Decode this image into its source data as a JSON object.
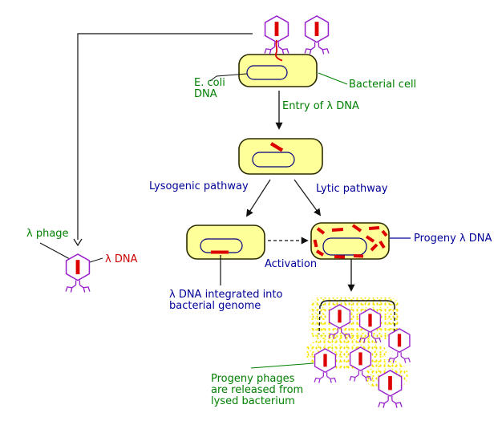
{
  "labels": {
    "e_coli_dna": "E. coli\nDNA",
    "bacterial_cell": "Bacterial cell",
    "entry_of_lambda_dna": "Entry of λ DNA",
    "lysogenic_pathway": "Lysogenic pathway",
    "lytic_pathway": "Lytic pathway",
    "activation": "Activation",
    "lambda_dna_integrated": "λ DNA integrated into\nbacterial genome",
    "progeny_lambda_dna": "Progeny λ DNA",
    "lambda_phage": "λ phage",
    "lambda_dna": "λ DNA",
    "progeny_phages_released": "Progeny phages\nare released from\nlysed bacterium"
  },
  "colors": {
    "phage_outline": "#9922cc",
    "dna_red": "#dd0000",
    "cell_fill": "#ffff99",
    "cell_outline": "#2b2b00",
    "genome_outline": "#000080",
    "green_label": "#008000",
    "blue_label": "#000099",
    "red_label": "#cc0000",
    "speckle_yellow": "#ffee00",
    "line_black": "#000000"
  }
}
